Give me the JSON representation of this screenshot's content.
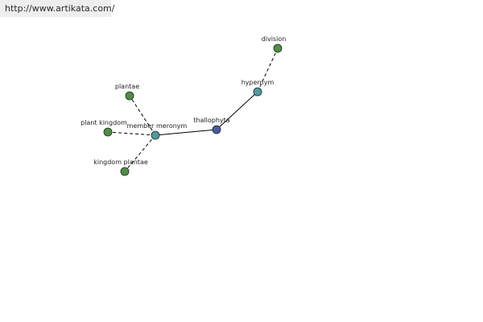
{
  "banner": {
    "url_text": "http://www.artikata.com/"
  },
  "colors": {
    "leaf_node": "#4f8f45",
    "relation_node": "#4f9aa0",
    "root_node": "#4b5aa3",
    "edge": "#000000",
    "node_stroke": "#1a2a1a"
  },
  "graph": {
    "nodes": [
      {
        "id": "division",
        "label": "division",
        "kind": "leaf_node",
        "icon": "green-circle"
      },
      {
        "id": "hypernym",
        "label": "hypernym",
        "kind": "relation_node",
        "icon": "teal-circle"
      },
      {
        "id": "thallophyta",
        "label": "thallophyta",
        "kind": "root_node",
        "icon": "blue-circle"
      },
      {
        "id": "member-meronym",
        "label": "member meronym",
        "kind": "relation_node",
        "icon": "teal-circle"
      },
      {
        "id": "plantae",
        "label": "plantae",
        "kind": "leaf_node",
        "icon": "green-circle"
      },
      {
        "id": "plant-kingdom",
        "label": "plant kingdom",
        "kind": "leaf_node",
        "icon": "green-circle"
      },
      {
        "id": "kingdom-plantae",
        "label": "kingdom plantae",
        "kind": "leaf_node",
        "icon": "green-circle"
      }
    ],
    "edges": [
      {
        "from": "thallophyta",
        "to": "hypernym",
        "style": "solid"
      },
      {
        "from": "hypernym",
        "to": "division",
        "style": "dashed"
      },
      {
        "from": "thallophyta",
        "to": "member-meronym",
        "style": "solid"
      },
      {
        "from": "member-meronym",
        "to": "plantae",
        "style": "dashed"
      },
      {
        "from": "member-meronym",
        "to": "plant-kingdom",
        "style": "dashed"
      },
      {
        "from": "member-meronym",
        "to": "kingdom-plantae",
        "style": "dashed"
      }
    ]
  }
}
